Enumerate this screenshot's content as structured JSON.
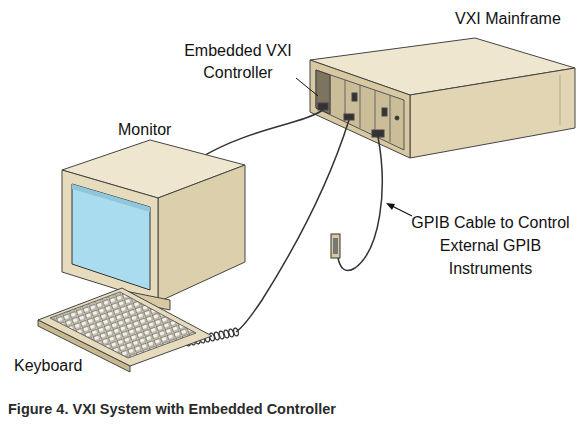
{
  "diagram": {
    "caption": "Figure 4. VXI System with Embedded Controller",
    "labels": [
      "VXI Mainframe",
      "Embedded VXI Controller",
      "Monitor",
      "GPIB Cable to Control External GPIB Instruments",
      "Keyboard"
    ]
  }
}
